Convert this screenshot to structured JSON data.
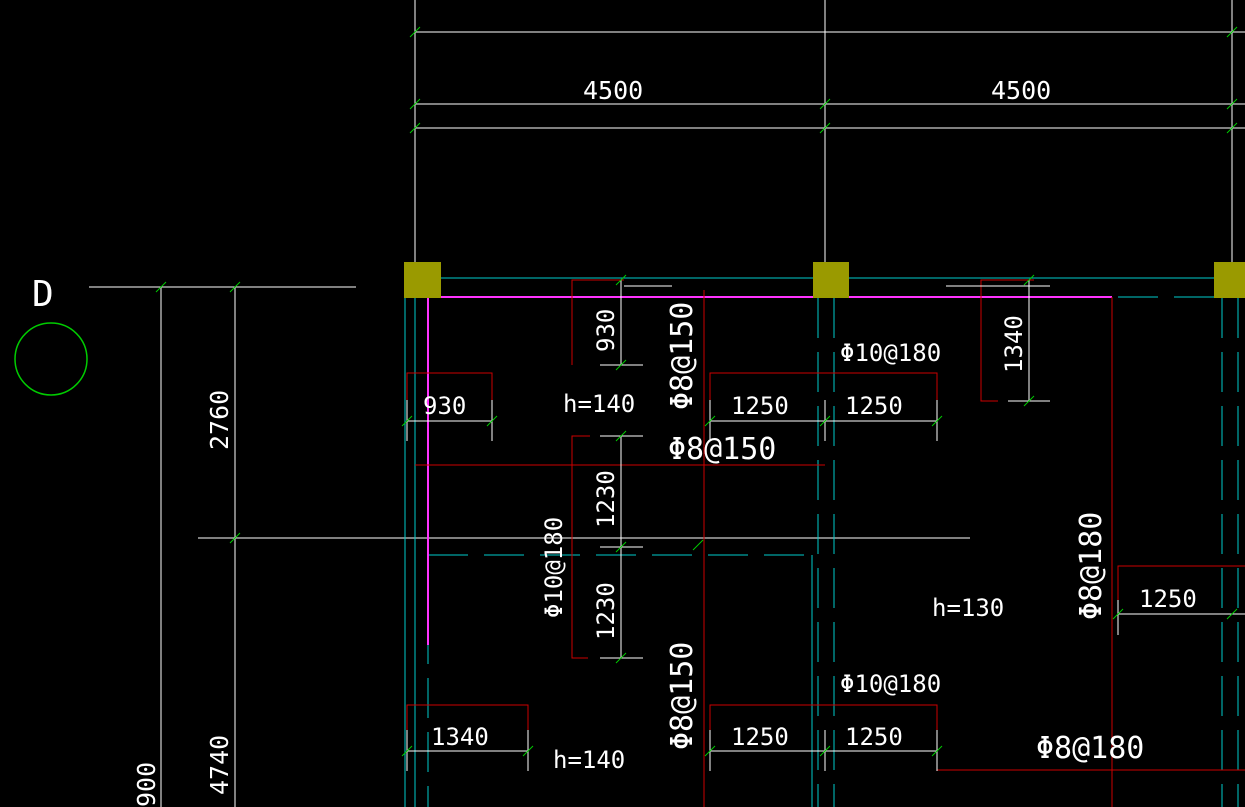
{
  "drawing": {
    "axis_label": "D",
    "spans": [
      "4500",
      "4500"
    ],
    "vertical_dims": [
      "2760",
      "4740",
      "900"
    ],
    "slab_thickness": [
      "h=140",
      "h=130",
      "h=140"
    ],
    "rebar_labels": {
      "phi8_150_a": "Φ8@150",
      "phi8_150_b": "Φ8@150",
      "phi8_150_c": "Φ8@150",
      "phi10_180_a": "Φ10@180",
      "phi10_180_b": "Φ10@180",
      "phi10_180_c": "Φ10@180",
      "phi8_180_a": "Φ8@180",
      "phi8_180_b": "Φ8@180"
    },
    "rebar_lengths": {
      "l930_a": "930",
      "l930_b": "930",
      "l1340_a": "1340",
      "l1340_b": "1340",
      "l1230_a": "1230",
      "l1230_b": "1230",
      "l1250_a": "1250",
      "l1250_b": "1250",
      "l1250_c": "1250",
      "l1250_d": "1250",
      "l1250_e": "1250"
    }
  },
  "colors": {
    "background": "#000000",
    "dimension": "#ffffff",
    "axis_bubble": "#00cc00",
    "grid": "#00cccc",
    "column": "#9a9a00",
    "rebar": "#cc0000",
    "beam": "#ff33ff"
  }
}
